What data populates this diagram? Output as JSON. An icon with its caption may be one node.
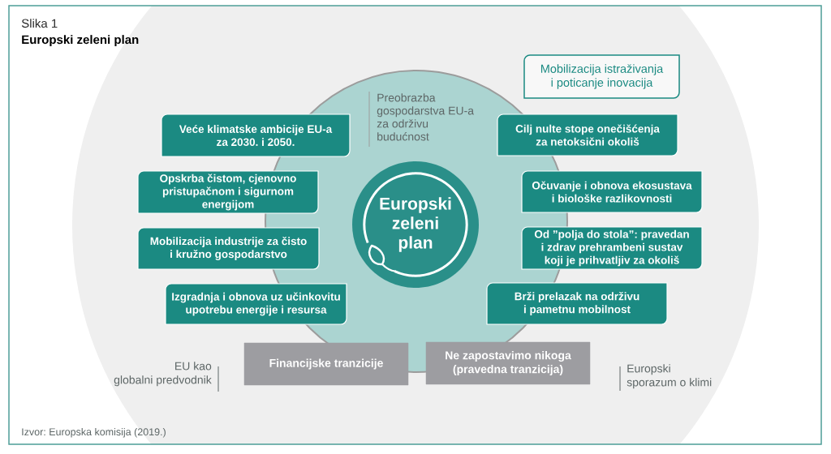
{
  "diagram": {
    "title": "Europski zeleni plan",
    "caption": "Izvor: Europska komisija (2019.)",
    "nodes": [
      {
        "text": [
          "Preobrazba gospodarstva EU-a za održivu budućnost"
        ]
      },
      {
        "text": [
          "Europski zeleni plan"
        ],
        "in": 0
      },
      {
        "text": [
          "Veće klimatske ambicije EU-a za 2030. i 2050."
        ]
      },
      {
        "text": [
          "Opskrba čistom, cjenovno pristupačnom i sigurnom energijom"
        ]
      },
      {
        "text": [
          "Mobilizacija industrije za čisto i kružno gospodarstvo"
        ]
      },
      {
        "text": [
          "Izgradnja i obnova uz učinkovitu upotrebu energije i resursa"
        ]
      },
      {
        "text": [
          "Mobilizacija istraživanja i poticanje inovacija"
        ]
      },
      {
        "text": [
          "Cilj nulte stope onečišćenja za netoksični okoliš"
        ]
      },
      {
        "text": [
          "Očuvanje i obnova ekosustava i biološke razlikovnosti"
        ]
      },
      {
        "text": [
          "Od ”polja do stola”: pravedan i zdrav prehrambeni sustav koji je prihvatljiv za okoliš"
        ]
      },
      {
        "text": [
          "Brži prelazak na održivu i pametnu mobilnost"
        ]
      },
      {
        "text": [
          "Financijske tranzicije"
        ]
      },
      {
        "text": [
          "Ne zapostavimo nikoga (pravedna tranzicija)"
        ]
      }
    ],
    "labels": [
      "Slika 1",
      "EU kao globalni predvodnik",
      "Europski sporazum o klimi"
    ]
  }
}
